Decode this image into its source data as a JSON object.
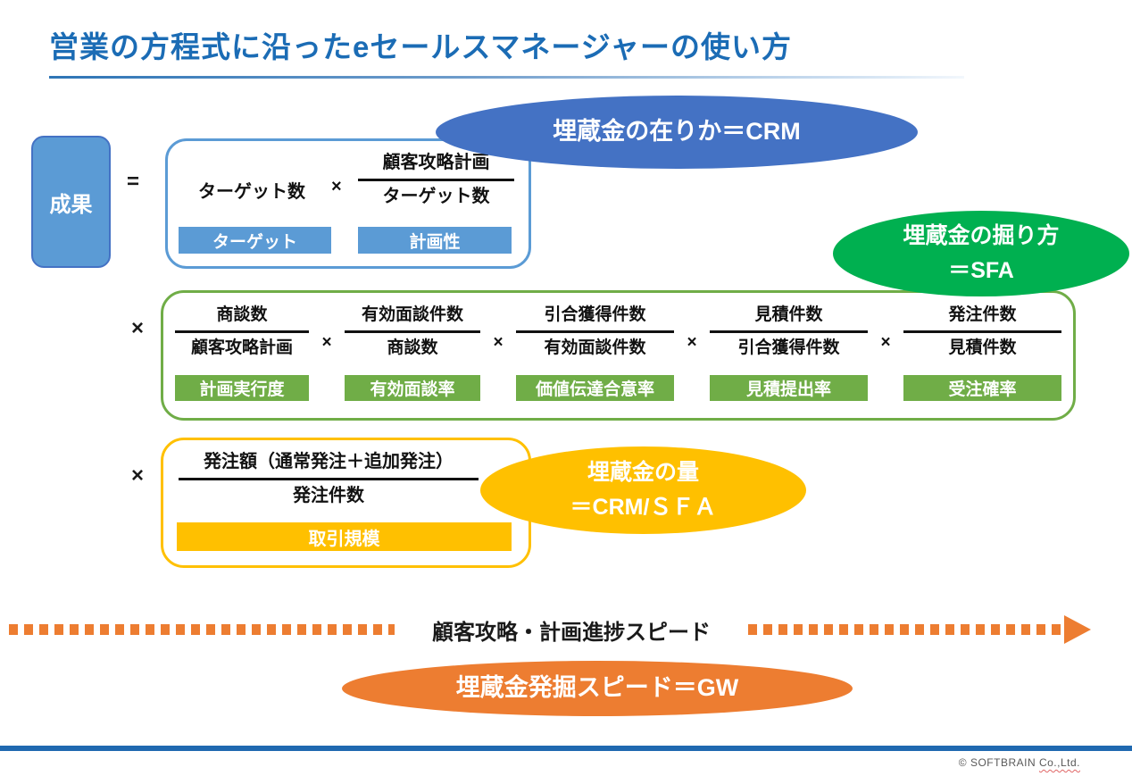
{
  "title": "営業の方程式に沿ったeセールスマネージャーの使い方",
  "operators": {
    "equals": "=",
    "times": "×"
  },
  "result_box": {
    "label": "成果"
  },
  "row1": {
    "first_term": "ターゲット数",
    "fraction": {
      "numerator": "顧客攻略計画",
      "denominator": "ターゲット数"
    },
    "labels": [
      "ターゲット",
      "計画性"
    ]
  },
  "row2": {
    "fractions": [
      {
        "numerator": "商談数",
        "denominator": "顧客攻略計画",
        "label": "計画実行度"
      },
      {
        "numerator": "有効面談件数",
        "denominator": "商談数",
        "label": "有効面談率"
      },
      {
        "numerator": "引合獲得件数",
        "denominator": "有効面談件数",
        "label": "価値伝達合意率"
      },
      {
        "numerator": "見積件数",
        "denominator": "引合獲得件数",
        "label": "見積提出率"
      },
      {
        "numerator": "発注件数",
        "denominator": "見積件数",
        "label": "受注確率"
      }
    ]
  },
  "row3": {
    "fraction": {
      "numerator": "発注額（通常発注＋追加発注）",
      "denominator": "発注件数",
      "label": "取引規模"
    }
  },
  "ellipses": {
    "crm": {
      "text": "埋蔵金の在りか＝CRM",
      "color": "#4472C4"
    },
    "sfa": {
      "line1": "埋蔵金の掘り方",
      "line2": "＝SFA",
      "color": "#00B050"
    },
    "amount": {
      "line1": "埋蔵金の量",
      "line2": "＝CRM/ＳＦＡ",
      "color": "#FFC000"
    },
    "gw": {
      "text": "埋蔵金発掘スピード＝GW",
      "color": "#ED7D31"
    }
  },
  "speed_arrow": {
    "label": "顧客攻略・計画進捗スピード",
    "color": "#ED7D31"
  },
  "footer": {
    "copyright_prefix": "© SOFTBRAIN ",
    "copyright_suffix": "Co.,Ltd."
  },
  "colors": {
    "title_blue": "#1B6CB5",
    "box1_border": "#5B9BD5",
    "result_fill": "#5B9BD5",
    "result_border": "#4472C4",
    "process_green": "#70AD47",
    "deal_yellow": "#FFC000",
    "speed_orange": "#ED7D31",
    "footer_bar": "#1F69B0"
  }
}
